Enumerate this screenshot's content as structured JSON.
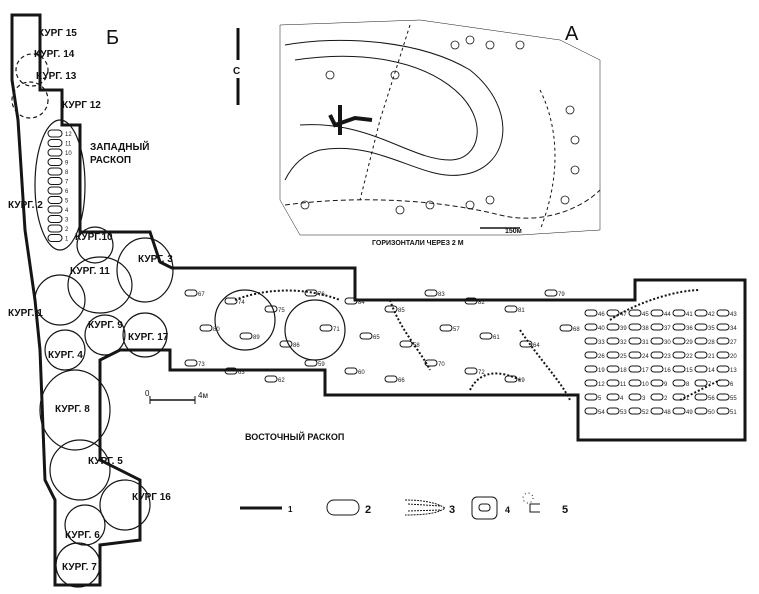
{
  "map": {
    "panel_b_letter": "Б",
    "panel_a_letter": "А",
    "north_letter": "С",
    "west_trench_label_1": "ЗАПАДНЫЙ",
    "west_trench_label_2": "РАСКОП",
    "east_trench_label": "ВОСТОЧНЫЙ РАСКОП",
    "contour_note": "ГОРИЗОНТАЛИ ЧЕРЕЗ 2 М",
    "inset_scale": "150м",
    "scale_zero": "0",
    "scale_end": "4м",
    "kurgans": [
      "КУРГ 15",
      "КУРГ. 14",
      "КУРГ. 13",
      "КУРГ 12",
      "КУРГ. 2",
      "КУРГ.10",
      "КУРГ. 11",
      "КУРГ. 3",
      "КУРГ. 1",
      "КУРГ. 9",
      "КУРГ. 17",
      "КУРГ. 4",
      "КУРГ. 8",
      "КУРГ. 5",
      "КУРГ 16",
      "КУРГ. 6",
      "КУРГ. 7"
    ],
    "west_graves": [
      "12",
      "11",
      "10",
      "9",
      "8",
      "7",
      "6",
      "5",
      "4",
      "3",
      "2",
      "1"
    ],
    "east_graves": [
      "67",
      "74",
      "75",
      "76",
      "84",
      "85",
      "83",
      "82",
      "81",
      "79",
      "80",
      "89",
      "86",
      "71",
      "65",
      "58",
      "57",
      "61",
      "64",
      "68",
      "73",
      "63",
      "62",
      "59",
      "60",
      "66",
      "70",
      "72",
      "69",
      "46",
      "47",
      "45",
      "44",
      "41",
      "42",
      "43",
      "40",
      "39",
      "38",
      "37",
      "36",
      "35",
      "34",
      "33",
      "32",
      "31",
      "30",
      "29",
      "28",
      "27",
      "26",
      "25",
      "24",
      "23",
      "22",
      "21",
      "20",
      "19",
      "18",
      "17",
      "16",
      "15",
      "14",
      "13",
      "12",
      "11",
      "10",
      "9",
      "8",
      "7",
      "6",
      "5",
      "4",
      "3",
      "2",
      "1",
      "56",
      "55",
      "54",
      "53",
      "52",
      "48",
      "49",
      "50",
      "51"
    ]
  },
  "legend": {
    "items": [
      "1",
      "2",
      "3",
      "4",
      "5"
    ]
  }
}
